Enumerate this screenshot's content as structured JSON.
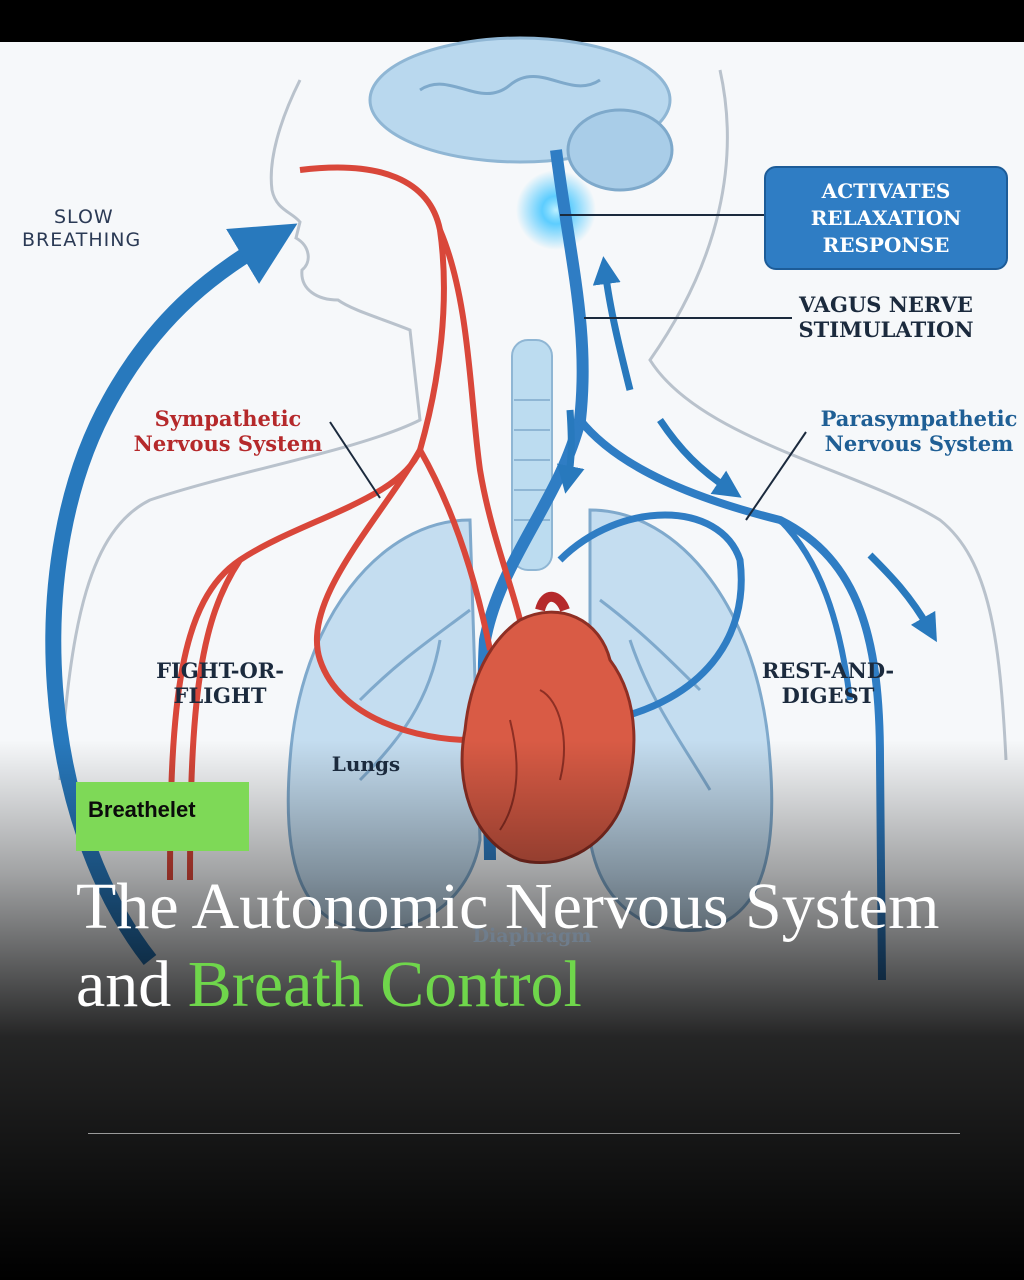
{
  "labels": {
    "slow_breathing": [
      "SLOW",
      "BREATHING"
    ],
    "activates": [
      "ACTIVATES",
      "RELAXATION",
      "RESPONSE"
    ],
    "vagus": [
      "VAGUS NERVE",
      "STIMULATION"
    ],
    "sympathetic": [
      "Sympathetic",
      "Nervous System"
    ],
    "parasympathetic": [
      "Parasympathetic",
      "Nervous System"
    ],
    "fight_or_flight": [
      "FIGHT-OR-",
      "FLIGHT"
    ],
    "rest_and_digest": [
      "REST-AND-",
      "DIGEST"
    ],
    "lungs": "Lungs",
    "diaphragm": "Diaphragm"
  },
  "brand": "Breathelet",
  "title": {
    "part1": "The Autonomic Nervous System and ",
    "highlight": "Breath Control"
  },
  "colors": {
    "accent_green": "#6fd64b",
    "badge_green": "#7ed957",
    "sympathetic_red": "#d9473a",
    "parasympathetic_blue": "#2f7dc4"
  }
}
